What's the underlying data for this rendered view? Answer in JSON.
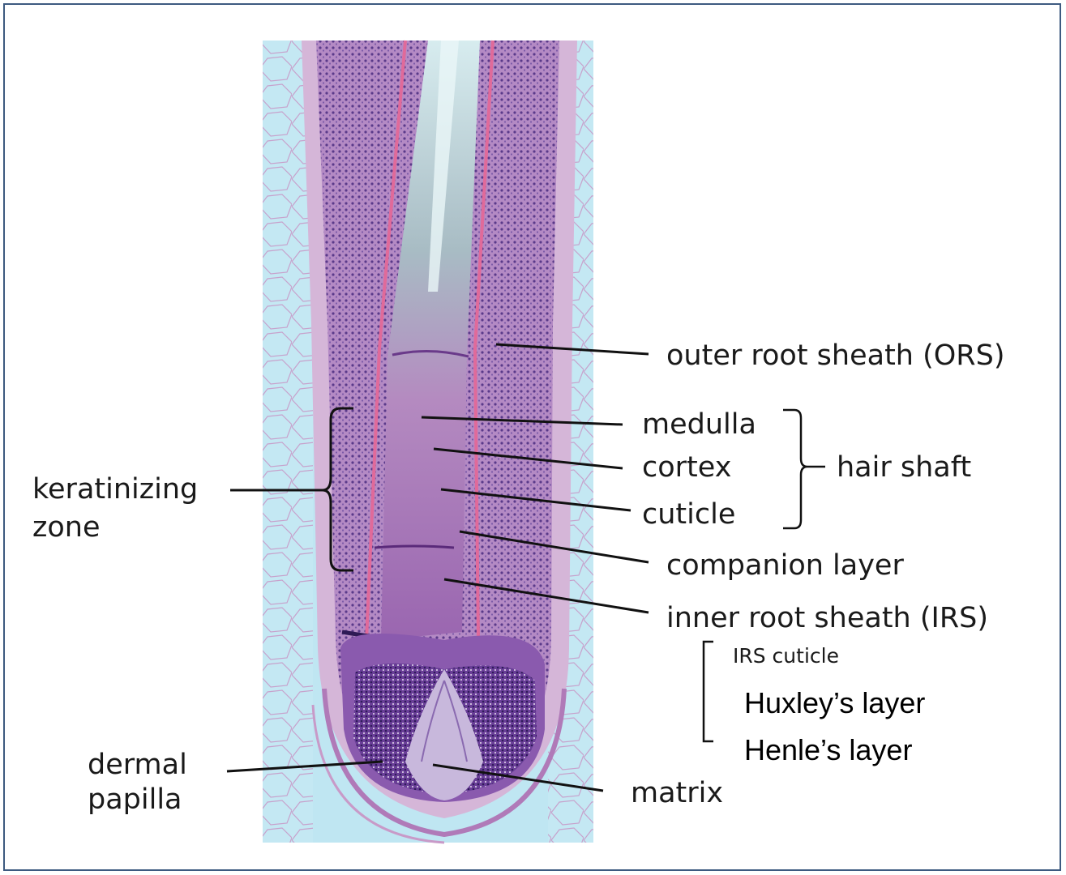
{
  "labels": {
    "outer_root_sheath": "outer root sheath (ORS)",
    "medulla": "medulla",
    "cortex": "cortex",
    "cuticle": "cuticle",
    "hair_shaft": "hair shaft",
    "companion_layer": "companion layer",
    "inner_root_sheath": "inner root sheath (IRS)",
    "irs_cuticle": "IRS cuticle",
    "huxley_layer": "Huxley’s layer",
    "henle_layer": "Henle’s layer",
    "matrix": "matrix",
    "keratinizing_line1": "keratinizing",
    "keratinizing_line2": "zone",
    "dermal_line1": "dermal",
    "dermal_line2": "papilla"
  },
  "colors": {
    "frame_border": "#3d5a80",
    "micrograph_background": "#bfe6f2",
    "tissue_stain": "#a05aa6",
    "nuclei_stain": "#4a2a78",
    "hair_shaft_stain": "#a6c0c4"
  }
}
